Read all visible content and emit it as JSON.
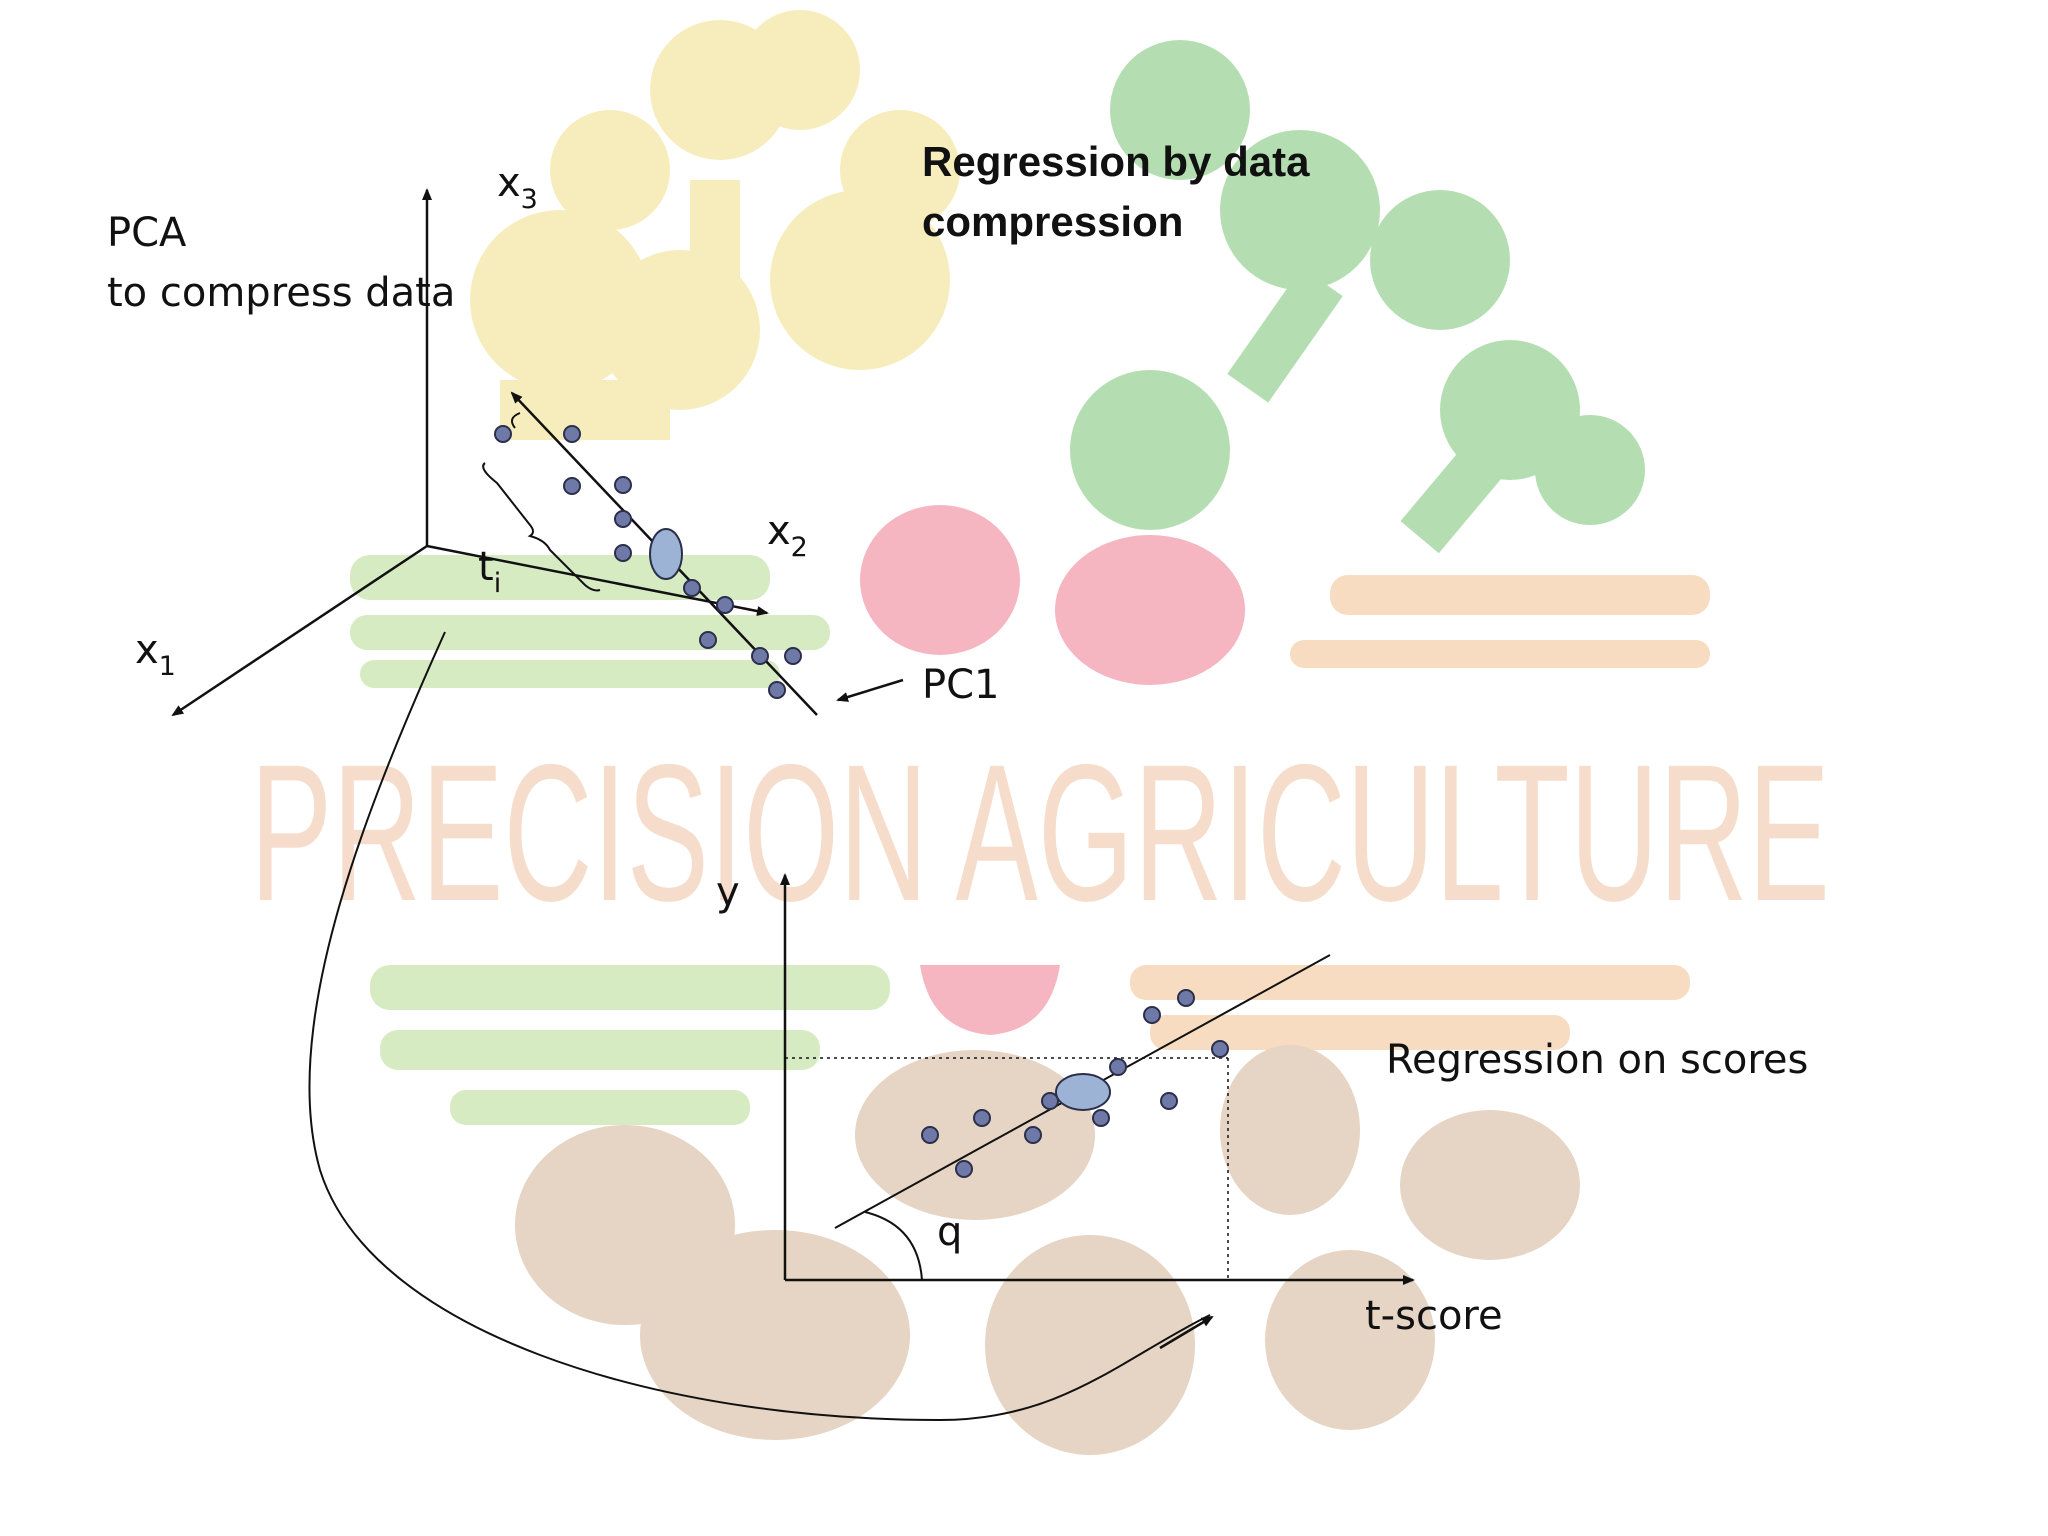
{
  "title_line1": "Regression by data",
  "title_line2": "compression",
  "pca_line1": "PCA",
  "pca_line2": "to compress data",
  "axis_x1": "x",
  "axis_x1_sub": "1",
  "axis_x2": "x",
  "axis_x2_sub": "2",
  "axis_x3": "x",
  "axis_x3_sub": "3",
  "score_label": "t",
  "score_label_sub": "i",
  "pc1_label": "PC1",
  "y_label": "y",
  "t_score_label": "t-score",
  "angle_label": "q",
  "regression_label": "Regression on scores",
  "watermark_text": "PRECISION AGRICULTURE",
  "colors": {
    "point_fill": "#6f79a8",
    "point_stroke": "#2b2f4a",
    "centroid_fill": "#9db3d6",
    "watermark_yellow": "#f5e6a0",
    "watermark_green": "#9bd39a",
    "watermark_red": "#f3a3b3",
    "watermark_orange": "#f4cda8",
    "watermark_brown": "#dcc3ae"
  }
}
